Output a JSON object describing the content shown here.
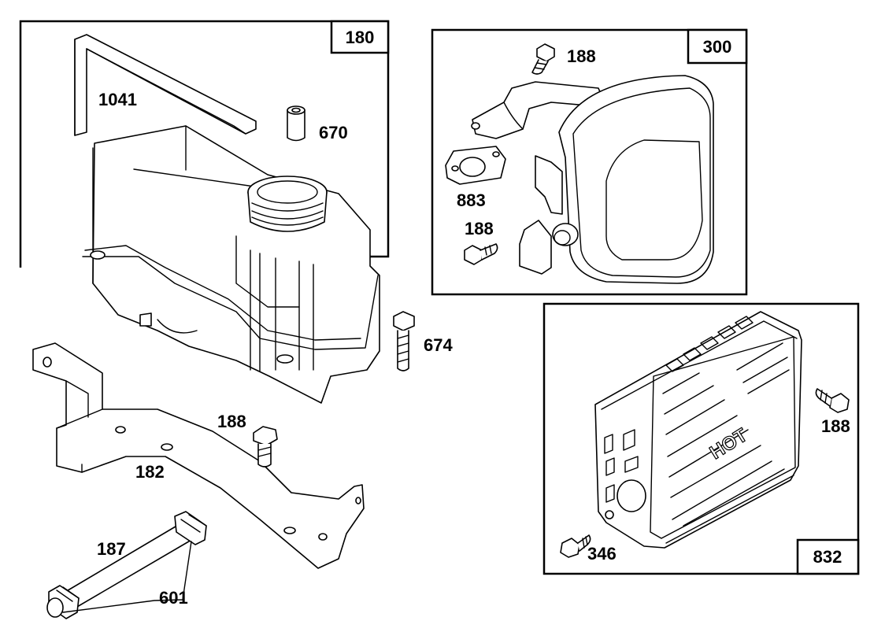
{
  "boxes": {
    "tank_kit": "180",
    "muffler_kit": "300",
    "guard_kit": "832"
  },
  "parts": {
    "brace": "1041",
    "bushing": "670",
    "tank_bolt": "674",
    "bracket_bolt": "188",
    "bracket": "182",
    "fuel_line": "187",
    "clamps": "601",
    "muffler_top_screw": "188",
    "gasket": "883",
    "muffler_screw": "188",
    "guard_right_screw": "188",
    "guard_screw": "346"
  },
  "guard_marking": "HOT"
}
